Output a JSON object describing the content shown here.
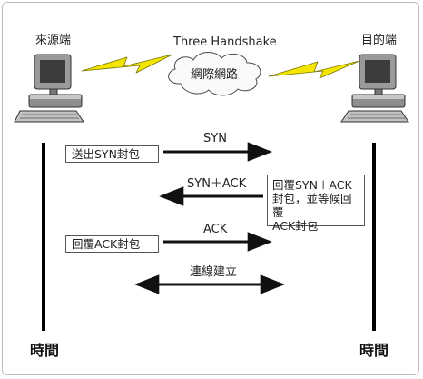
{
  "title": "Three Handshake",
  "network_label": "網際網路",
  "source_label": "來源端",
  "dest_label": "目的端",
  "timeline_label": "時間",
  "steps": [
    {
      "arrow_label": "SYN",
      "note": "送出SYN封包",
      "direction": "right"
    },
    {
      "arrow_label": "SYN＋ACK",
      "note": "回覆SYN＋ACK\n封包，並等候回覆\nACK封包",
      "direction": "left"
    },
    {
      "arrow_label": "ACK",
      "note": "回覆ACK封包",
      "direction": "right"
    },
    {
      "arrow_label": "連線建立",
      "direction": "both"
    }
  ],
  "icons": {
    "computers": "desktop-computer-icon",
    "links": "lightning-bolt-icon",
    "network": "cloud-icon"
  },
  "colors": {
    "lightning": "#f2e600",
    "computer_body": "#9a9a9a",
    "arrow": "#111111"
  }
}
